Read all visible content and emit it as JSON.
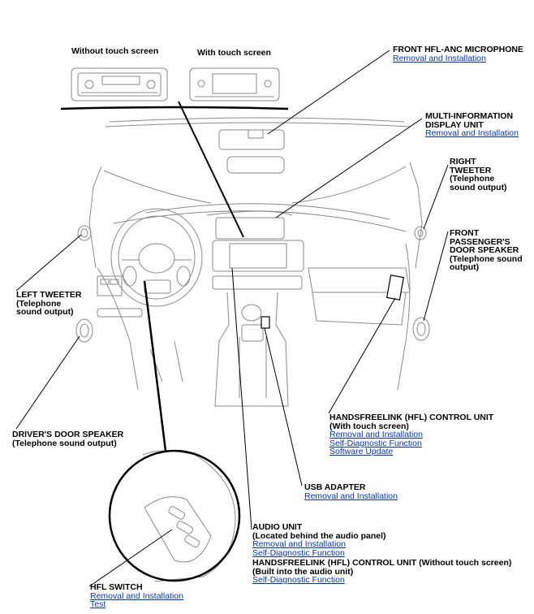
{
  "captions": {
    "without_touch": "Without touch screen",
    "with_touch": "With touch screen"
  },
  "labels": {
    "front_mic": {
      "title": "FRONT HFL-ANC MICROPHONE",
      "links": [
        "Removal and Installation"
      ]
    },
    "mid_unit": {
      "title": "MULTI-INFORMATION\nDISPLAY UNIT",
      "links": [
        "Removal and Installation"
      ]
    },
    "right_tweeter": {
      "title": "RIGHT\nTWEETER\n(Telephone\nsound output)",
      "links": []
    },
    "front_pass_speaker": {
      "title": "FRONT\nPASSENGER'S\nDOOR SPEAKER\n(Telephone sound\noutput)",
      "links": []
    },
    "left_tweeter": {
      "title": "LEFT TWEETER\n(Telephone\nsound output)",
      "links": []
    },
    "driver_speaker": {
      "title": "DRIVER'S DOOR SPEAKER\n(Telephone sound output)",
      "links": []
    },
    "hfl_control_touch": {
      "title": "HANDSFREELINK (HFL) CONTROL UNIT\n(With touch screen)",
      "links": [
        "Removal and Installation",
        "Self-Diagnostic Function",
        "Software Update"
      ]
    },
    "usb_adapter": {
      "title": "USB ADAPTER",
      "links": [
        "Removal and Installation"
      ]
    },
    "audio_unit": {
      "title": "AUDIO UNIT\n(Located behind the audio panel)",
      "links": [
        "Removal and Installation",
        "Self-Diagnostic Function"
      ]
    },
    "hfl_control_no_touch": {
      "title": "HANDSFREELINK (HFL) CONTROL UNIT (Without touch screen)\n(Built into the audio unit)",
      "links": [
        "Self-Diagnostic Function"
      ]
    },
    "hfl_switch": {
      "title": "HFL SWITCH",
      "links": [
        "Removal and Installation",
        "Test"
      ]
    }
  },
  "colors": {
    "link": "#0033cc",
    "line": "#000000",
    "drawing": "#8a8a8a"
  }
}
